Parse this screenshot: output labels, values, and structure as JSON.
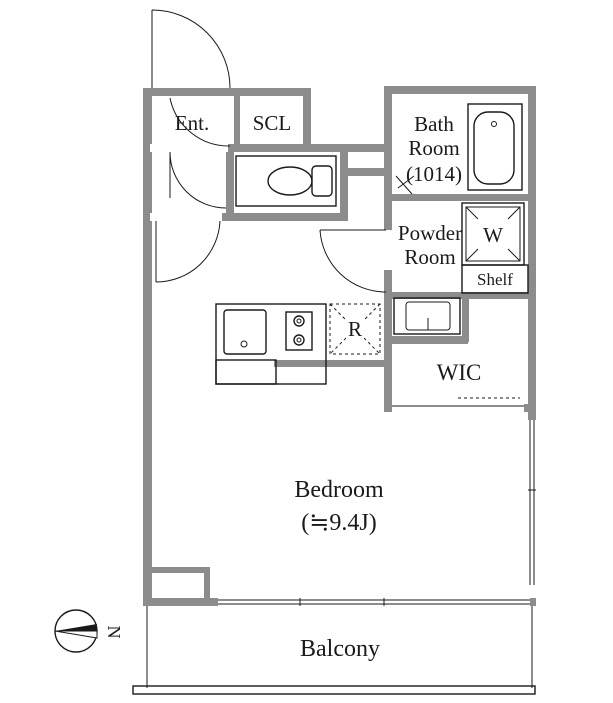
{
  "rooms": {
    "entrance": "Ent.",
    "scl": "SCL",
    "bath_line1": "Bath",
    "bath_line2": "Room",
    "bath_line3": "(1014)",
    "powder_line1": "Powder",
    "powder_line2": "Room",
    "washer": "W",
    "shelf": "Shelf",
    "refrigerator": "R",
    "wic": "WIC",
    "bedroom": "Bedroom",
    "bedroom_size": "(≒9.4J)",
    "balcony": "Balcony"
  },
  "compass": {
    "label": "N",
    "icon": "north-arrow-icon"
  },
  "colors": {
    "wall": "#8c8c8c",
    "line": "#1a1a1a",
    "background": "#ffffff"
  }
}
